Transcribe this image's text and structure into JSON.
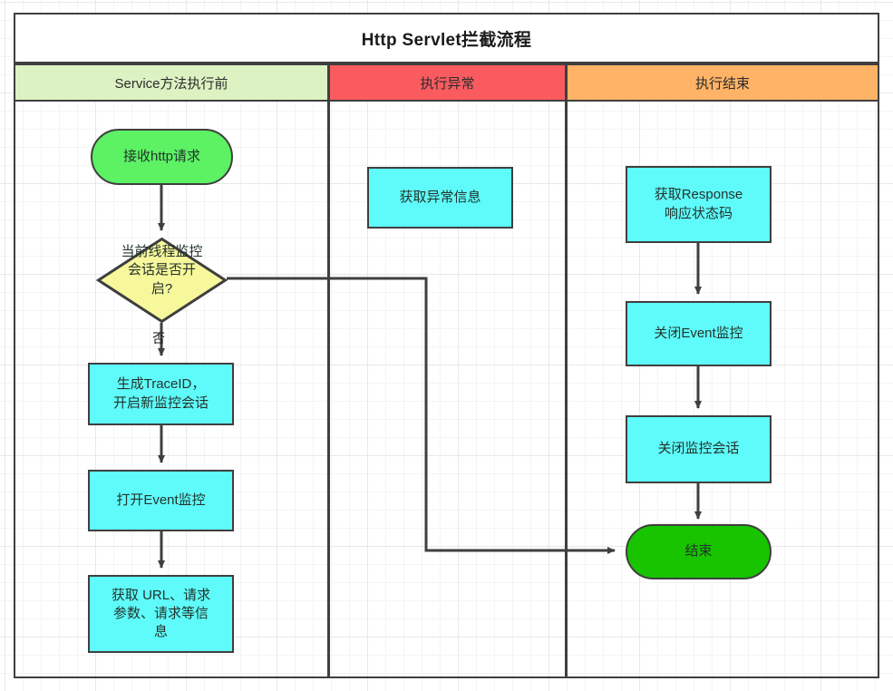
{
  "diagram": {
    "title": "Http Servlet拦截流程",
    "type": "flowchart",
    "lanes": [
      {
        "id": "lane-pre",
        "label": "Service方法执行前",
        "color": "#dcf2c2"
      },
      {
        "id": "lane-error",
        "label": "执行异常",
        "color": "#fa5b5f"
      },
      {
        "id": "lane-end",
        "label": "执行结束",
        "color": "#ffb366"
      }
    ],
    "nodes": {
      "receive_request": {
        "label": "接收http请求",
        "shape": "terminator",
        "color": "#5cf264"
      },
      "session_decision": {
        "label": "当前线程监控\n会话是否开\n启?",
        "shape": "diamond",
        "color": "#f7f79c"
      },
      "create_trace": {
        "label": "生成TraceID，\n开启新监控会话",
        "shape": "process",
        "color": "#5ffbfb"
      },
      "open_event": {
        "label": "打开Event监控",
        "shape": "process",
        "color": "#5ffbfb"
      },
      "get_url_params": {
        "label": "获取 URL、请求\n参数、请求等信\n息",
        "shape": "process",
        "color": "#5ffbfb"
      },
      "get_exception": {
        "label": "获取异常信息",
        "shape": "process",
        "color": "#5ffbfb"
      },
      "get_response_code": {
        "label": "获取Response\n响应状态码",
        "shape": "process",
        "color": "#5ffbfb"
      },
      "close_event": {
        "label": "关闭Event监控",
        "shape": "process",
        "color": "#5ffbfb"
      },
      "close_session": {
        "label": "关闭监控会话",
        "shape": "process",
        "color": "#5ffbfb"
      },
      "end": {
        "label": "结束",
        "shape": "terminator",
        "color": "#18c400"
      }
    },
    "edge_labels": {
      "decision_no": "否"
    },
    "edges": [
      {
        "from": "receive_request",
        "to": "session_decision",
        "label": ""
      },
      {
        "from": "session_decision",
        "to": "create_trace",
        "label": "否"
      },
      {
        "from": "create_trace",
        "to": "open_event",
        "label": ""
      },
      {
        "from": "open_event",
        "to": "get_url_params",
        "label": ""
      },
      {
        "from": "session_decision",
        "to": "end",
        "label": ""
      },
      {
        "from": "get_response_code",
        "to": "close_event",
        "label": ""
      },
      {
        "from": "close_event",
        "to": "close_session",
        "label": ""
      },
      {
        "from": "close_session",
        "to": "end",
        "label": ""
      }
    ],
    "style": {
      "stroke": "#3f3f3f",
      "canvas_background": "#ffffff",
      "grid_minor": "#f4f4f4",
      "grid_major": "#e8e8e8"
    }
  }
}
